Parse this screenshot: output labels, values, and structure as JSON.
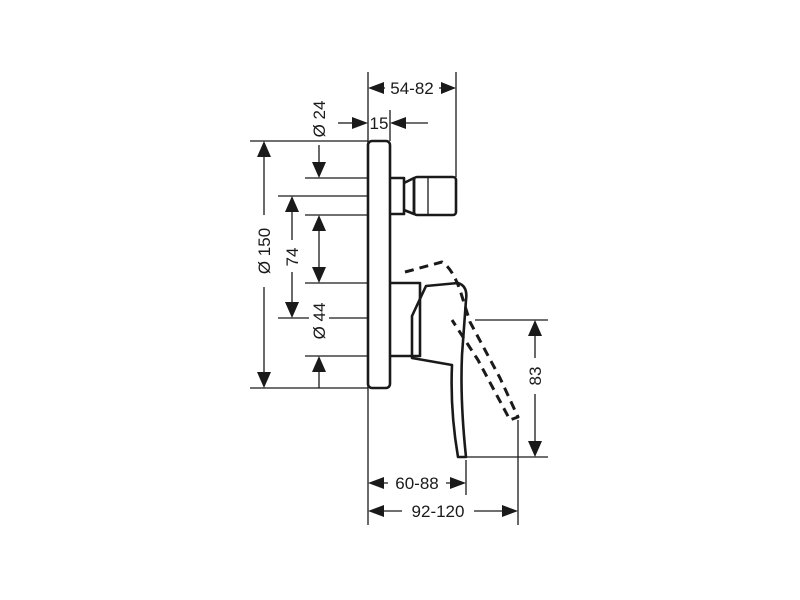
{
  "dimensions": {
    "cover_depth": "54-82",
    "flange_thickness": "15",
    "diverter_diameter": "Ø 24",
    "cover_diameter": "Ø 150",
    "center_distance": "74",
    "handle_base_diameter": "Ø 44",
    "lever_drop": "83",
    "projection": "60-88",
    "max_projection": "92-120"
  },
  "colors": {
    "line": "#1a1a1a",
    "background": "#ffffff"
  }
}
